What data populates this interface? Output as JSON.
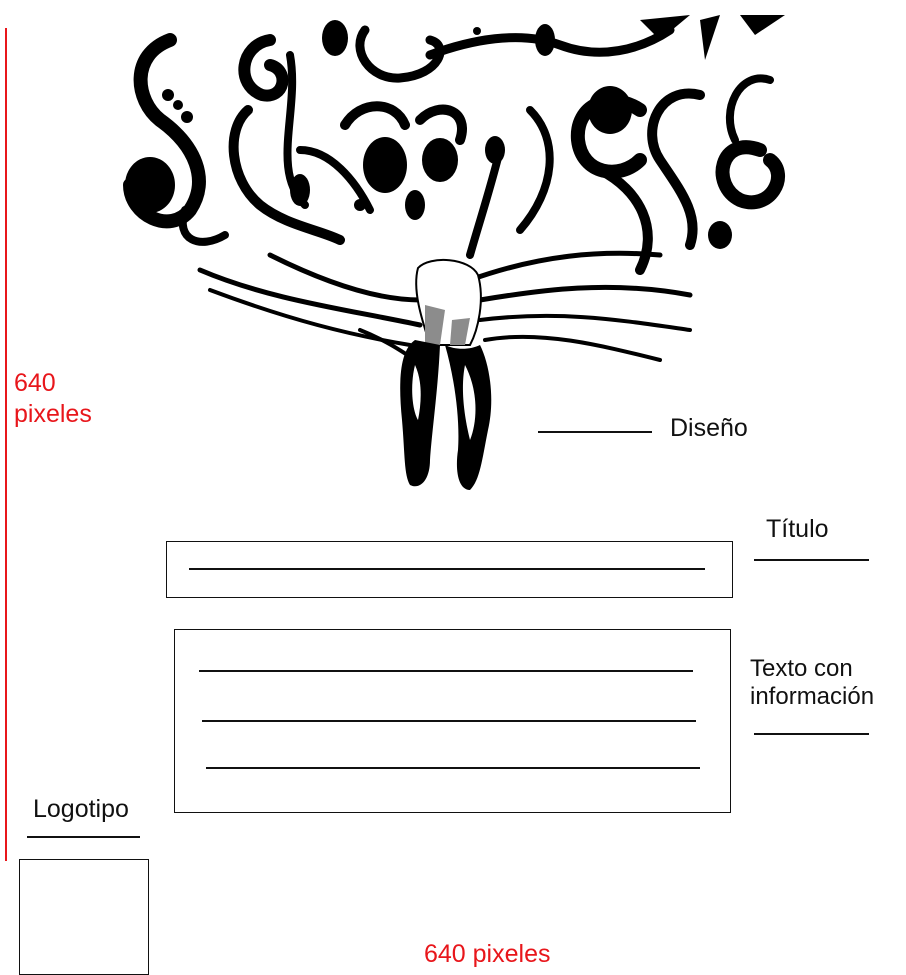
{
  "dimensions": {
    "height_label_line1": "640",
    "height_label_line2": "pixeles",
    "width_label": "640 pixeles",
    "color": "#e8161b"
  },
  "labels": {
    "design": "Diseño",
    "title": "Título",
    "info_line1": "Texto con",
    "info_line2": "información",
    "logo": "Logotipo"
  },
  "illustration": {
    "subject": "ballerina-pointe-shoes-with-swirls",
    "fill_color": "#000000",
    "accent_color": "#8c8c8c"
  }
}
